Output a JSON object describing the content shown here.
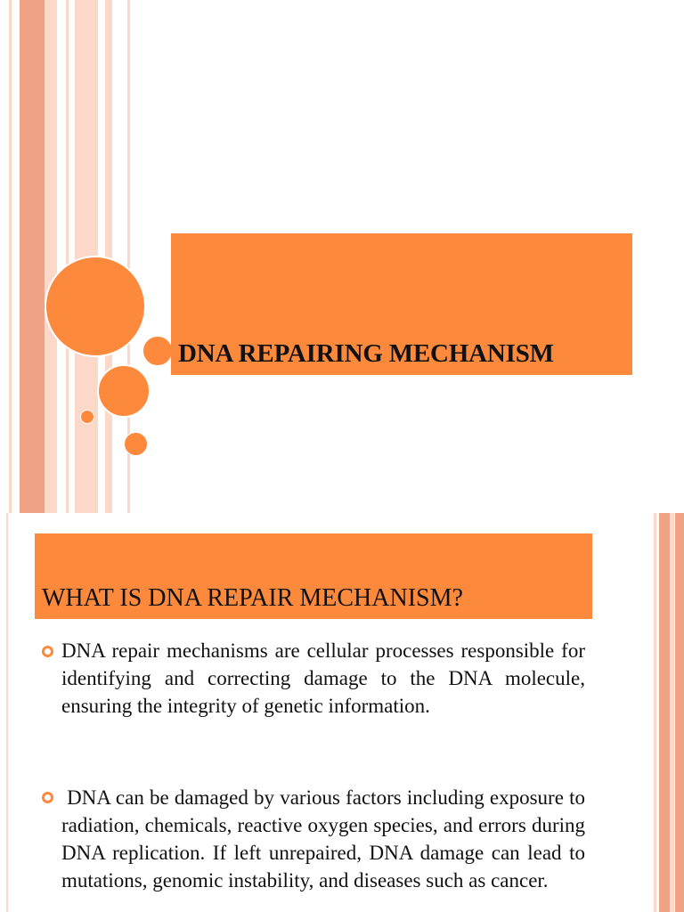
{
  "colors": {
    "accent": "#fd8a3c",
    "stripe_dark": "#f0a384",
    "stripe_light": "#fbd8c8",
    "text": "#111111"
  },
  "slide1": {
    "title": "DNA REPAIRING MECHANISM"
  },
  "slide2": {
    "heading": "WHAT IS DNA REPAIR MECHANISM?",
    "bullets": [
      "DNA repair mechanisms are cellular processes responsible for identifying and correcting damage to the DNA molecule, ensuring the integrity of genetic information.",
      " DNA can be damaged by various factors including exposure to radiation, chemicals, reactive oxygen species, and errors during DNA replication. If left unrepaired, DNA damage can lead to mutations, genomic instability, and diseases such as cancer."
    ],
    "bullet_icon": "orange-ring-bullet"
  }
}
